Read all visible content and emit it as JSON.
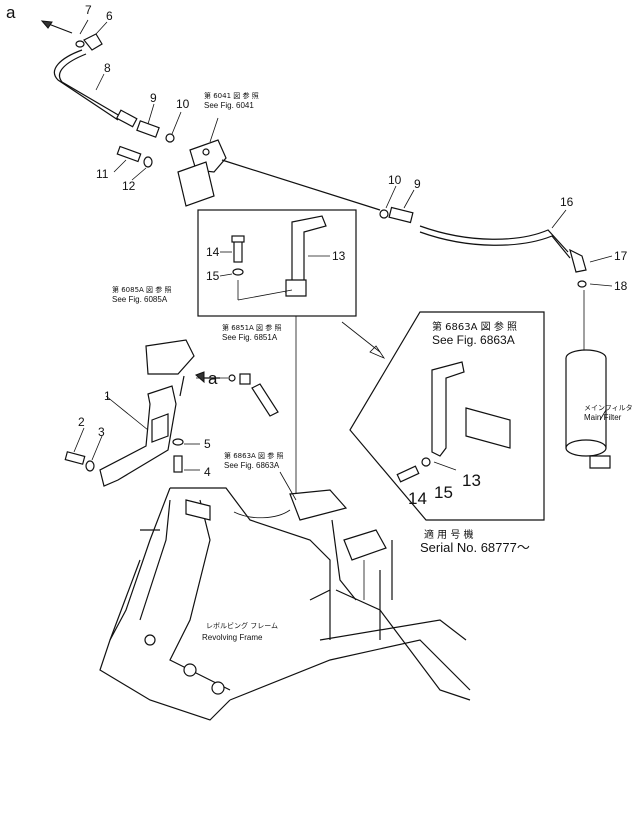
{
  "callouts": {
    "a_marker": "a",
    "n1": "1",
    "n2": "2",
    "n3": "3",
    "n4": "4",
    "n5": "5",
    "n6": "6",
    "n7": "7",
    "n8": "8",
    "n9a": "9",
    "n9b": "9",
    "n10a": "10",
    "n10b": "10",
    "n11": "11",
    "n12": "12",
    "n13a": "13",
    "n14a": "14",
    "n15a": "15",
    "n16": "16",
    "n17": "17",
    "n18": "18",
    "n13b": "13",
    "n14b": "14",
    "n15b": "15",
    "a_marker2": "a"
  },
  "references": {
    "fig6041_jp": "第 6041 図 参 照",
    "fig6041_en": "See Fig. 6041",
    "fig6085_jp": "第 6085A 図 参 照",
    "fig6085_en": "See Fig. 6085A",
    "fig6851_jp": "第 6851A 図 参 照",
    "fig6851_en": "See Fig. 6851A",
    "fig6863_jp": "第 6863A 図 参 照",
    "fig6863_en": "See Fig. 6863A",
    "fig6863b_jp": "第 6863A 図 参 照",
    "fig6863b_en": "See Fig. 6863A"
  },
  "labels": {
    "main_filter_jp": "メインフィルタ",
    "main_filter_en": "Main Filter",
    "revolving_frame_jp": "レボルビング フレーム",
    "revolving_frame_en": "Revolving Frame",
    "serial_jp": "適 用 号 機",
    "serial_en": "Serial No. 68777～"
  }
}
